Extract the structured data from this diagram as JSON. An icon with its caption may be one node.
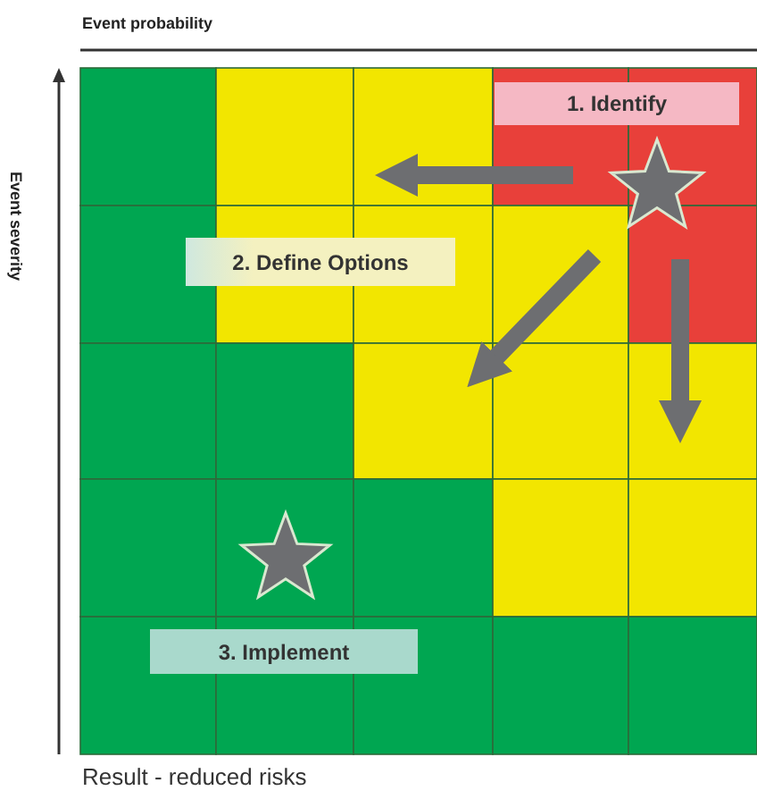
{
  "diagram": {
    "nodes": [
      {
        "text": [
          "1. Identify"
        ]
      },
      {
        "text": [],
        "shape": "star"
      },
      {
        "text": [
          "2. Define Options"
        ]
      },
      {
        "text": [],
        "shape": "star"
      },
      {
        "text": [
          "3. Implement"
        ]
      }
    ],
    "edges": [
      {
        "from": 1,
        "to": 2,
        "arrow": "to"
      },
      {
        "from": 1,
        "to": 2,
        "arrow": "to"
      },
      {
        "from": 1,
        "to": null,
        "arrow": "to"
      }
    ],
    "labels": [
      "Event probability",
      "Event severity",
      "Result - reduced risks"
    ]
  }
}
